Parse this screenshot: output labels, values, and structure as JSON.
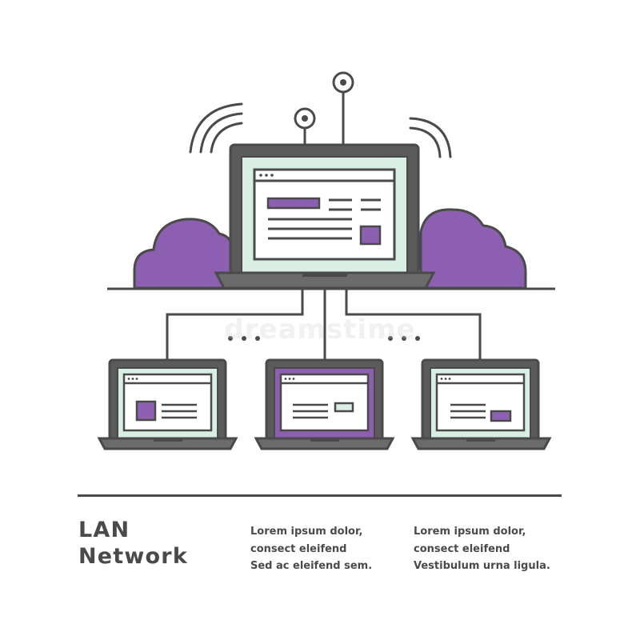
{
  "colors": {
    "outline": "#4a4a4a",
    "device_frame": "#5b5b5b",
    "screen_mint": "#d9efe4",
    "window_white": "#ffffff",
    "accent_purple": "#8c5fb0",
    "cloud_purple": "#8c5fb0",
    "caption_text": "#4a4a4a"
  },
  "illustration": {
    "icons": [
      "server-laptop-icon",
      "antenna-icon",
      "wifi-signal-icon",
      "cloud-icon",
      "client-laptop-icon",
      "ellipsis-icon"
    ]
  },
  "watermark": "dreamstime",
  "caption": {
    "title_lines": [
      "LAN",
      "Network"
    ],
    "column_1": [
      "Lorem ipsum dolor,",
      "consect eleifend",
      "Sed ac eleifend sem."
    ],
    "column_2": [
      "Lorem ipsum dolor,",
      "consect eleifend",
      "Vestibulum urna ligula."
    ]
  }
}
